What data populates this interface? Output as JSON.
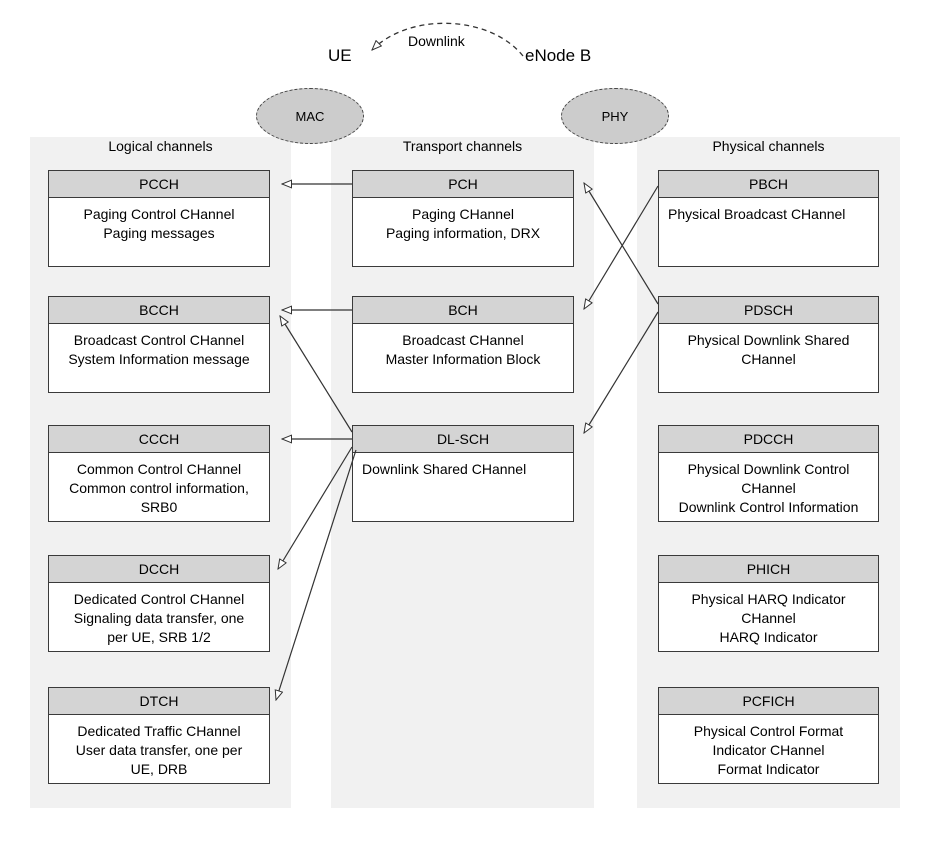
{
  "diagram": {
    "title_endpoints": {
      "ue": "UE",
      "enb": "eNode B",
      "link": "Downlink"
    },
    "layers": [
      {
        "id": "mac",
        "label": "MAC"
      },
      {
        "id": "phy",
        "label": "PHY"
      }
    ],
    "columns": [
      {
        "id": "logical",
        "caption": "Logical channels"
      },
      {
        "id": "transport",
        "caption": "Transport channels"
      },
      {
        "id": "physical",
        "caption": "Physical channels"
      }
    ],
    "colors": {
      "band": "#f1f1f1",
      "box_header": "#d4d4d4",
      "box_body": "#ffffff",
      "box_border": "#3a3a3a",
      "ellipse_fill": "#cccccc",
      "ellipse_border": "#444444",
      "arrow": "#333333"
    },
    "boxes": {
      "logical": [
        {
          "id": "pcch",
          "title": "PCCH",
          "lines": [
            "Paging Control CHannel",
            "Paging messages"
          ],
          "align": "center"
        },
        {
          "id": "bcch",
          "title": "BCCH",
          "lines": [
            "Broadcast Control CHannel",
            "System Information message"
          ],
          "align": "center"
        },
        {
          "id": "ccch",
          "title": "CCCH",
          "lines": [
            "Common Control CHannel",
            "Common control information,",
            "SRB0"
          ],
          "align": "center"
        },
        {
          "id": "dcch",
          "title": "DCCH",
          "lines": [
            "Dedicated Control CHannel",
            "Signaling data transfer, one",
            "per UE, SRB 1/2"
          ],
          "align": "center"
        },
        {
          "id": "dtch",
          "title": "DTCH",
          "lines": [
            "Dedicated Traffic CHannel",
            "User data transfer, one per",
            "UE, DRB"
          ],
          "align": "center"
        }
      ],
      "transport": [
        {
          "id": "pch",
          "title": "PCH",
          "lines": [
            "Paging CHannel",
            "Paging information, DRX"
          ],
          "align": "center"
        },
        {
          "id": "bch",
          "title": "BCH",
          "lines": [
            "Broadcast CHannel",
            "Master Information Block"
          ],
          "align": "center"
        },
        {
          "id": "dlsch",
          "title": "DL-SCH",
          "lines": [
            "Downlink Shared CHannel"
          ],
          "align": "left"
        }
      ],
      "physical": [
        {
          "id": "pbch",
          "title": "PBCH",
          "lines": [
            "Physical Broadcast CHannel"
          ],
          "align": "left"
        },
        {
          "id": "pdsch",
          "title": "PDSCH",
          "lines": [
            "Physical Downlink Shared",
            "CHannel"
          ],
          "align": "center"
        },
        {
          "id": "pdcch",
          "title": "PDCCH",
          "lines": [
            "Physical Downlink Control",
            "CHannel",
            "Downlink Control Information"
          ],
          "align": "center"
        },
        {
          "id": "phich",
          "title": "PHICH",
          "lines": [
            "Physical HARQ Indicator",
            "CHannel",
            "HARQ Indicator"
          ],
          "align": "center"
        },
        {
          "id": "pcfich",
          "title": "PCFICH",
          "lines": [
            "Physical Control Format",
            "Indicator CHannel",
            "Format Indicator"
          ],
          "align": "center"
        }
      ]
    },
    "connections": [
      {
        "from": "pch",
        "to": "pcch"
      },
      {
        "from": "bch",
        "to": "bcch"
      },
      {
        "from": "dlsch",
        "to": "bcch"
      },
      {
        "from": "dlsch",
        "to": "ccch"
      },
      {
        "from": "dlsch",
        "to": "dcch"
      },
      {
        "from": "dlsch",
        "to": "dtch"
      },
      {
        "from": "pbch",
        "to": "bch"
      },
      {
        "from": "pdsch",
        "to": "pch"
      },
      {
        "from": "pdsch",
        "to": "dlsch"
      }
    ]
  }
}
